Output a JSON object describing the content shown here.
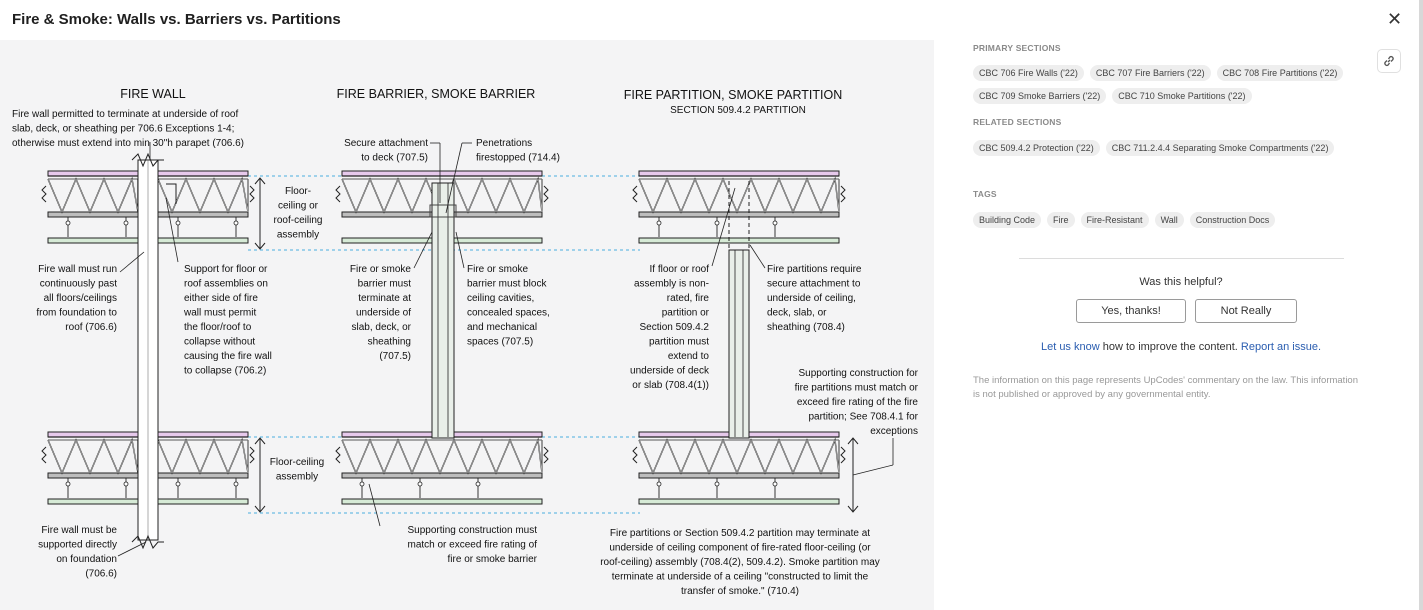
{
  "header": {
    "title": "Fire & Smoke: Walls vs. Barriers vs. Partitions",
    "close_icon": "close-icon"
  },
  "figure": {
    "headings": {
      "fire_wall": "FIRE WALL",
      "fire_barrier": "FIRE BARRIER, SMOKE BARRIER",
      "fire_partition": "FIRE PARTITION, SMOKE PARTITION",
      "fire_partition_sub": "SECTION 509.4.2 PARTITION"
    },
    "notes": {
      "fw_top": [
        "Fire wall permitted to terminate at underside of roof",
        "slab, deck, or sheathing per 706.6 Exceptions 1-4;",
        "otherwise must extend into min 30\"h parapet (706.6)"
      ],
      "fw_run": [
        "Fire wall must run",
        "continuously past",
        "all floors/ceilings",
        "from foundation to",
        "roof (706.6)"
      ],
      "fw_support": [
        "Support for floor or",
        "roof assemblies on",
        "either side of fire",
        "wall must permit",
        "the floor/roof to",
        "collapse without",
        "causing the fire wall",
        "to collapse (706.2)"
      ],
      "fw_foundation": [
        "Fire wall must be",
        "supported directly",
        "on foundation",
        "(706.6)"
      ],
      "dim_top": [
        "Floor-",
        "ceiling or",
        "roof-ceiling",
        "assembly"
      ],
      "dim_bottom": [
        "Floor-ceiling",
        "assembly"
      ],
      "fb_attach": [
        "Secure attachment",
        "to deck (707.5)"
      ],
      "fb_penetrations": [
        "Penetrations",
        "firestopped (714.4)"
      ],
      "fb_terminate": [
        "Fire or smoke",
        "barrier must",
        "terminate at",
        "underside of",
        "slab, deck, or",
        "sheathing",
        "(707.5)"
      ],
      "fb_block": [
        "Fire or smoke",
        "barrier must block",
        "ceiling cavities,",
        "concealed spaces,",
        "and mechanical",
        "spaces (707.5)"
      ],
      "fb_support": [
        "Supporting construction must",
        "match or exceed fire rating of",
        "fire or smoke barrier"
      ],
      "fp_nonrated": [
        "If floor or roof",
        "assembly is non-",
        "rated, fire",
        "partition or",
        "Section 509.4.2",
        "partition must",
        "extend to",
        "underside of deck",
        "or slab (708.4(1))"
      ],
      "fp_attach": [
        "Fire partitions require",
        "secure attachment to",
        "underside of ceiling,",
        "deck, slab, or",
        "sheathing (708.4)"
      ],
      "fp_support": [
        "Supporting construction for",
        "fire partitions must match or",
        "exceed fire rating of the fire",
        "partition; See 708.4.1 for",
        "exceptions"
      ],
      "fp_bottom": [
        "Fire partitions or Section 509.4.2 partition may terminate at",
        "underside of ceiling component of fire-rated floor-ceiling (or",
        "roof-ceiling) assembly (708.4(2), 509.4.2). Smoke partition may",
        "terminate at underside of a ceiling \"constructed to limit the",
        "transfer of smoke.\" (710.4)"
      ]
    }
  },
  "sidebar": {
    "link_icon": "link-icon",
    "primary_label": "PRIMARY SECTIONS",
    "primary": [
      "CBC 706 Fire Walls ('22)",
      "CBC 707 Fire Barriers ('22)",
      "CBC 708 Fire Partitions ('22)",
      "CBC 709 Smoke Barriers ('22)",
      "CBC 710 Smoke Partitions ('22)"
    ],
    "related_label": "RELATED SECTIONS",
    "related": [
      "CBC 509.4.2 Protection ('22)",
      "CBC 711.2.4.4 Separating Smoke Compartments ('22)"
    ],
    "tags_label": "TAGS",
    "tags": [
      "Building Code",
      "Fire",
      "Fire-Resistant",
      "Wall",
      "Construction Docs"
    ],
    "helpful_question": "Was this helpful?",
    "yes_label": "Yes, thanks!",
    "no_label": "Not Really",
    "feedback_link1": "Let us know",
    "feedback_mid": " how to improve the content. ",
    "feedback_link2": "Report an issue.",
    "disclaimer": "The information on this page represents UpCodes' commentary on the law. This information is not published or approved by any governmental entity."
  }
}
